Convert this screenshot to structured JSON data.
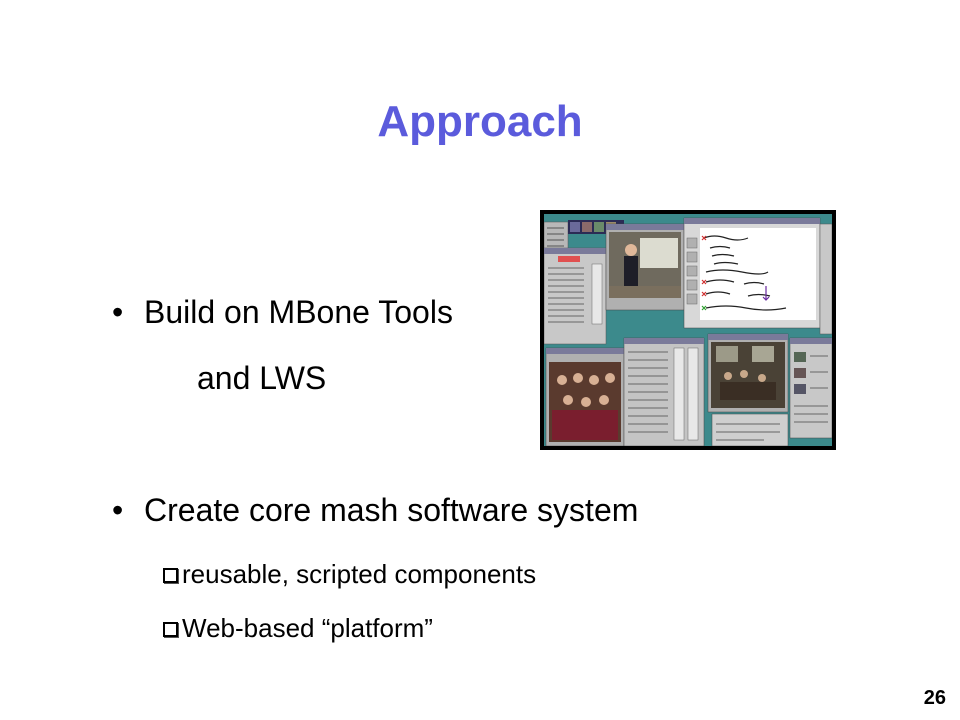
{
  "slide": {
    "title": "Approach",
    "page_number": "26",
    "bullets": [
      {
        "line1": "Build on MBone Tools",
        "line2": "and LWS"
      },
      {
        "line1": "Create core mash software system"
      }
    ],
    "sub_bullets": [
      "reusable, scripted components",
      "Web-based “platform”"
    ],
    "image": {
      "icon": "desktop-screenshot-image",
      "bezel_color": "#000000",
      "desktop_color": "#3c8a8c"
    }
  }
}
